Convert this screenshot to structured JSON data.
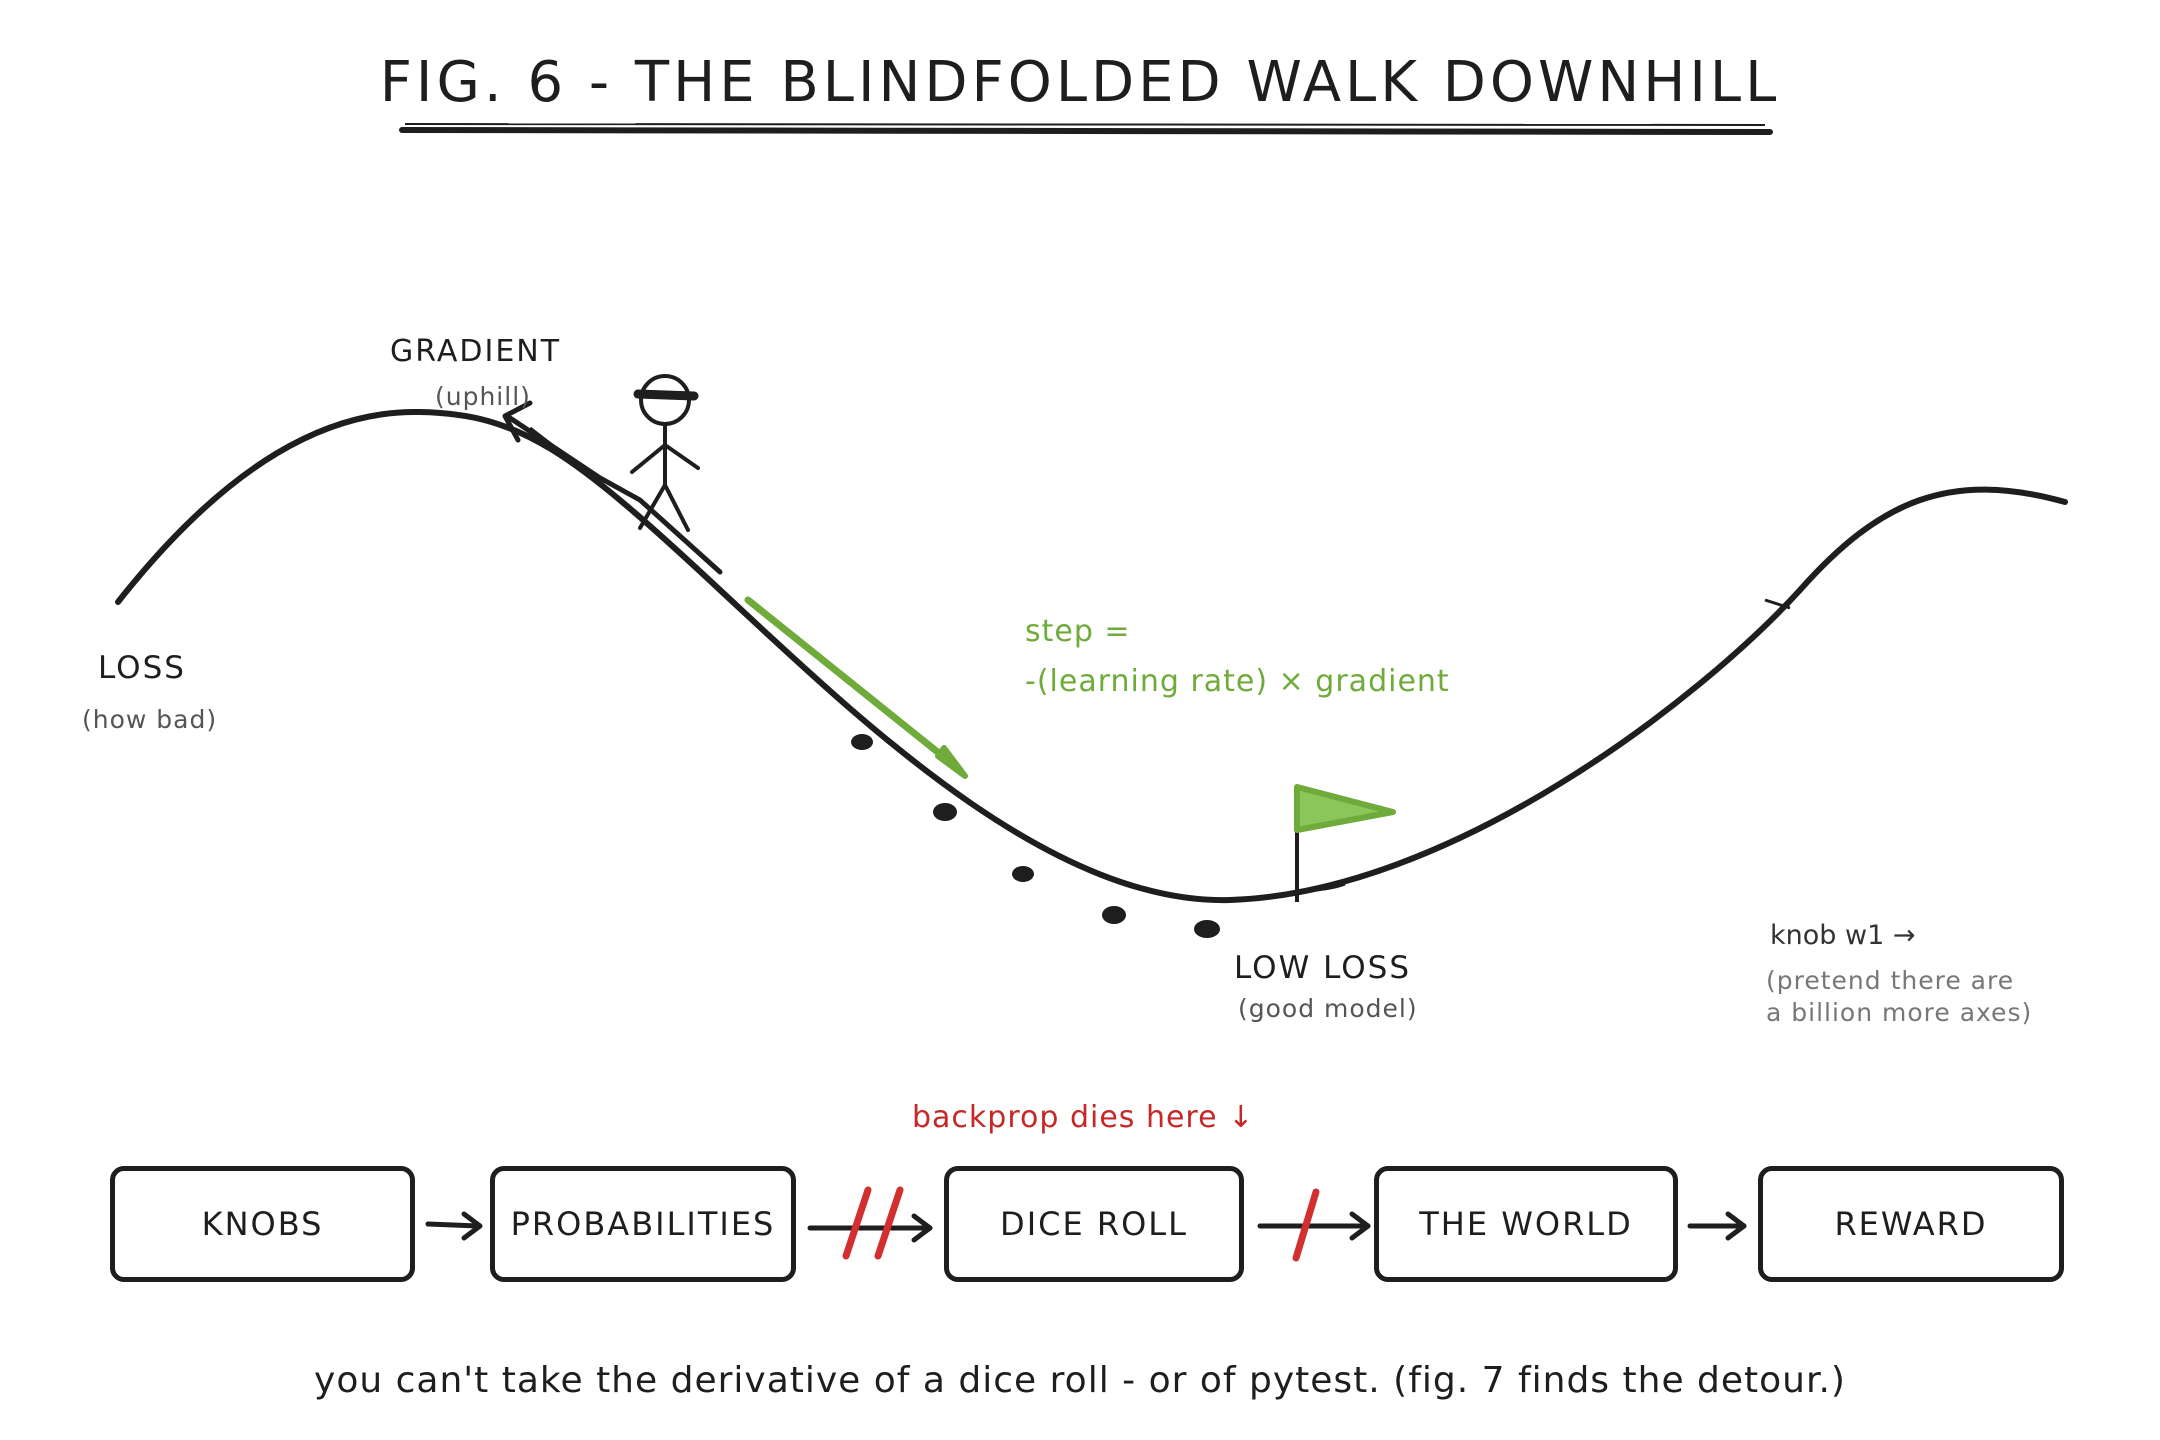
{
  "title": "FIG. 6 - THE BLINDFOLDED WALK DOWNHILL",
  "axis": {
    "y_label": "LOSS",
    "y_sub": "(how bad)",
    "x_label": "knob w1 →",
    "x_sub_1": "(pretend there are",
    "x_sub_2": "a billion more axes)"
  },
  "gradient": {
    "label": "GRADIENT",
    "sub": "(uphill)"
  },
  "step": {
    "line1": "step =",
    "line2": "-(learning rate) × gradient"
  },
  "minimum": {
    "label": "LOW LOSS",
    "sub": "(good model)"
  },
  "pipeline": {
    "boxes": [
      "KNOBS",
      "PROBABILITIES",
      "DICE ROLL",
      "THE WORLD",
      "REWARD"
    ],
    "warning": "backprop dies here ↓"
  },
  "caption": "you can't take the derivative of a dice roll - or of pytest. (fig. 7 finds the detour.)",
  "colors": {
    "ink": "#1e1e1e",
    "step_green": "#6fab3a",
    "flag_green": "#8bc65a",
    "broken_red": "#d32f2f"
  },
  "icons": [
    "blindfolded-person-icon",
    "flag-icon",
    "footprint-icon",
    "arrow-icon",
    "broken-link-icon"
  ]
}
